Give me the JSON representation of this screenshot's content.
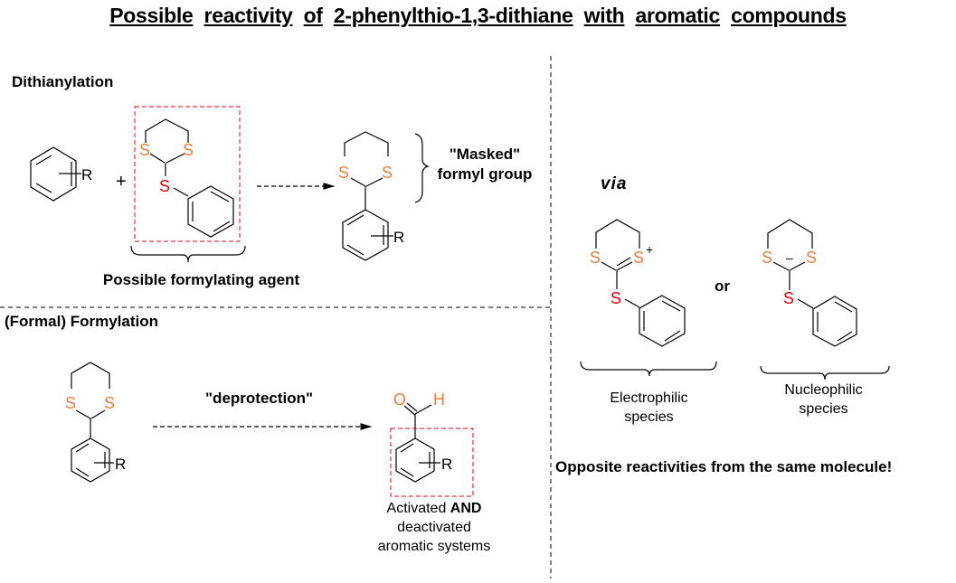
{
  "title_words": [
    "Possible",
    "reactivity",
    "of",
    "2-phenylthio-1,3-dithiane",
    "with",
    "aromatic",
    "compounds"
  ],
  "sections": {
    "dithianylation": {
      "heading": "Dithianylation",
      "plus": "+",
      "reagent_label": "Possible formylating agent",
      "product_label_line1": "\"Masked\"",
      "product_label_line2": "formyl group",
      "substituent": "R"
    },
    "formylation": {
      "heading": "(Formal) Formylation",
      "arrow_label": "\"deprotection\"",
      "product_label_line1_a": "Activated ",
      "product_label_line1_b": "AND",
      "product_label_line2": "deactivated",
      "product_label_line3": "aromatic systems",
      "aldehyde_O": "O",
      "aldehyde_H": "H"
    },
    "mechanism": {
      "via": "via",
      "or": "or",
      "electrophile_line1": "Electrophilic",
      "electrophile_line2": "species",
      "nucleophile_line1": "Nucleophilic",
      "nucleophile_line2": "species",
      "cation_charge": "+",
      "anion_charge": "–",
      "conclusion": "Opposite reactivities from the same molecule!"
    }
  },
  "atoms": {
    "sulfur": "S",
    "substituent": "R"
  },
  "colors": {
    "ring_sulfur": "#f07c3c",
    "thio_sulfur": "#e8000b",
    "highlight_box": "#e8000b",
    "text": "#000000"
  }
}
